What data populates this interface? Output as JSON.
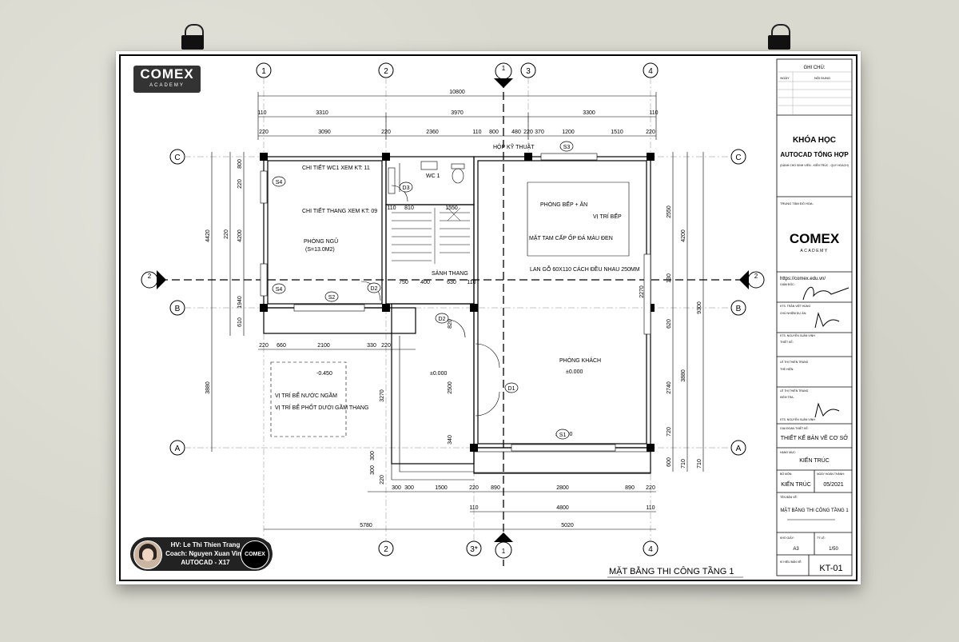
{
  "branding": {
    "logo_text": "COMEX",
    "logo_sub": "ACADEMY",
    "website": "https://comex.edu.vn/"
  },
  "grid_labels": {
    "cols": [
      "1",
      "2",
      "3",
      "4",
      "3*"
    ],
    "rows": [
      "A",
      "B",
      "C"
    ],
    "section_mark": "1",
    "section_mark2": "2"
  },
  "dimensions": {
    "top_total": "10800",
    "top_row2": [
      "110",
      "3310",
      "3970",
      "3300",
      "110"
    ],
    "top_row3": [
      "220",
      "3090",
      "220",
      "2360",
      "110",
      "800",
      "480",
      "220",
      "370",
      "1200",
      "1510",
      "220"
    ],
    "left": [
      "4420",
      "220",
      "800",
      "220",
      "4200",
      "1940",
      "220",
      "220",
      "610",
      "220",
      "3880"
    ],
    "right": [
      "2550",
      "4200",
      "130",
      "620",
      "2270",
      "9300",
      "3880",
      "2740",
      "720",
      "710",
      "600",
      "710"
    ],
    "mid": [
      "1550",
      "110",
      "810",
      "750",
      "400",
      "630",
      "110",
      "820",
      "2500",
      "340",
      "3270",
      "300",
      "300",
      "220"
    ],
    "bottom_row1": [
      "300",
      "300",
      "1500",
      "220",
      "890",
      "2800",
      "890",
      "220"
    ],
    "bottom_row2": [
      "110",
      "4800",
      "110"
    ],
    "bottom_row3": [
      "5780",
      "5020"
    ],
    "lower_left": [
      "220",
      "660",
      "2100",
      "330",
      "220"
    ]
  },
  "rooms": {
    "bedroom": "PHÒNG NGỦ",
    "bedroom_area": "(S=13.0M2)",
    "kitchen": "PHÒNG BẾP + ĂN",
    "living": "PHÒNG KHÁCH",
    "stair_hall": "SẢNH THANG",
    "wc": "WC 1",
    "tech_box": "HỘP KỸ THUẬT"
  },
  "notes": {
    "wc_detail": "CHI TIẾT WC1 XEM KT: 11",
    "stair_detail": "CHI TIẾT THANG XEM KT: 09",
    "stove": "VỊ TRÍ BẾP",
    "counter": "MẶT TAM CẤP ỐP ĐÁ MÀU ĐEN",
    "railing": "LAN GỖ 60X110 CÁCH ĐỀU NHAU 250MM",
    "level_neg": "-0.450",
    "level_zero": "±0.000",
    "tank1": "VỊ TRÍ BỂ NƯỚC NGẦM",
    "tank2": "VỊ TRÍ BỂ PHỐT DƯỚI GẦM THANG",
    "sheet_title": "MẶT BẰNG THI CÔNG TẦNG 1"
  },
  "tags": {
    "windows": [
      "S1",
      "S2",
      "S3",
      "S4",
      "S4"
    ],
    "doors": [
      "D1",
      "D2",
      "D2",
      "D3"
    ]
  },
  "title_block": {
    "notes_header": "GHI CHÚ:",
    "col_date": "NGÀY",
    "col_content": "NỘI DUNG",
    "course_title": "KHÓA HỌC",
    "course_sub": "AUTOCAD TỔNG HỢP",
    "course_note": "(DÀNH CHO SINH VIÊN - KIẾN TRÚC - QUY HOẠCH)",
    "center": "TRUNG TÂM ĐỒ HỌA:",
    "director_label": "GIÁM ĐỐC:",
    "director_name": "KTS. TRẦN VIỆT HÙNG",
    "lead_label": "CHỦ NHIỆM DỰ ÁN:",
    "lead_name": "KTS. NGUYỄN XUÂN VINH",
    "design_label": "THIẾT KẾ:",
    "design_name": "LÊ THỊ THIÊN TRANG",
    "draft_label": "THỂ HIỆN:",
    "draft_name": "LÊ THỊ THIÊN TRANG",
    "check_label": "KIỂM TRA:",
    "check_name": "KTS. NGUYỄN XUÂN VINH",
    "phase_label": "GIAI ĐOẠN THIẾT KẾ:",
    "phase_value": "THIẾT KẾ BẢN VẼ CƠ SỞ",
    "item_label": "HẠNG MỤC:",
    "item_value": "KIẾN TRÚC",
    "dept_label": "BỘ MÔN:",
    "dept_value": "KIẾN TRÚC",
    "date_label": "NGÀY HOÀN THÀNH:",
    "date_value": "05/2021",
    "drawing_label": "TÊN BẢN VẼ:",
    "drawing_value": "MẶT BẰNG THI CÔNG TẦNG 1",
    "paper_label": "KHỔ GIẤY:",
    "paper_value": "A3",
    "scale_label": "TỶ LỆ:",
    "scale_value": "1/50",
    "sheet_label": "KÍ HIỆU BẢN VẼ:",
    "sheet_value": "KT-01"
  },
  "student_badge": {
    "line1": "HV: Le Thi Thien Trang",
    "line2": "Coach: Nguyen Xuan Vinh",
    "line3": "AUTOCAD - X17",
    "mini_logo": "COMEX"
  }
}
